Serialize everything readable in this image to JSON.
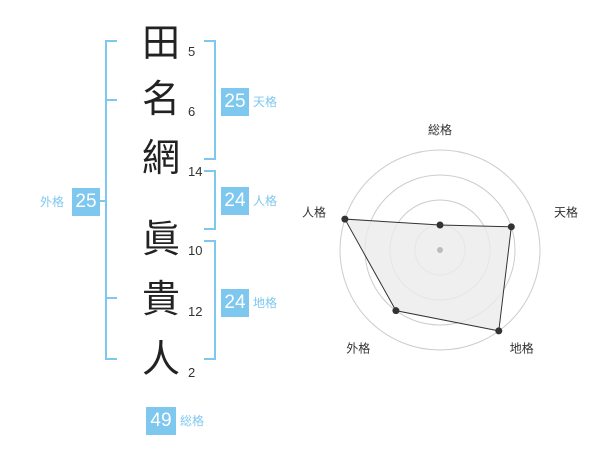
{
  "surname": [
    {
      "char": "田",
      "strokes": "5"
    },
    {
      "char": "名",
      "strokes": "6"
    },
    {
      "char": "網",
      "strokes": "14"
    }
  ],
  "given_name": [
    {
      "char": "眞",
      "strokes": "10"
    },
    {
      "char": "貴",
      "strokes": "12"
    },
    {
      "char": "人",
      "strokes": "2"
    }
  ],
  "fortunes": {
    "tenkaku": {
      "label": "天格",
      "value": "25"
    },
    "jinkaku": {
      "label": "人格",
      "value": "24"
    },
    "chikaku": {
      "label": "地格",
      "value": "24"
    },
    "gaikaku": {
      "label": "外格",
      "value": "25"
    },
    "soukaku": {
      "label": "総格",
      "value": "49"
    }
  },
  "colors": {
    "accent": "#7ec8ef",
    "polygon_fill": "#ebebeb",
    "grid": "#cccccc"
  },
  "chart_data": {
    "type": "radar",
    "axes": [
      "総格",
      "天格",
      "地格",
      "外格",
      "人格"
    ],
    "values": [
      1,
      3,
      4,
      3,
      4
    ],
    "max": 4
  }
}
